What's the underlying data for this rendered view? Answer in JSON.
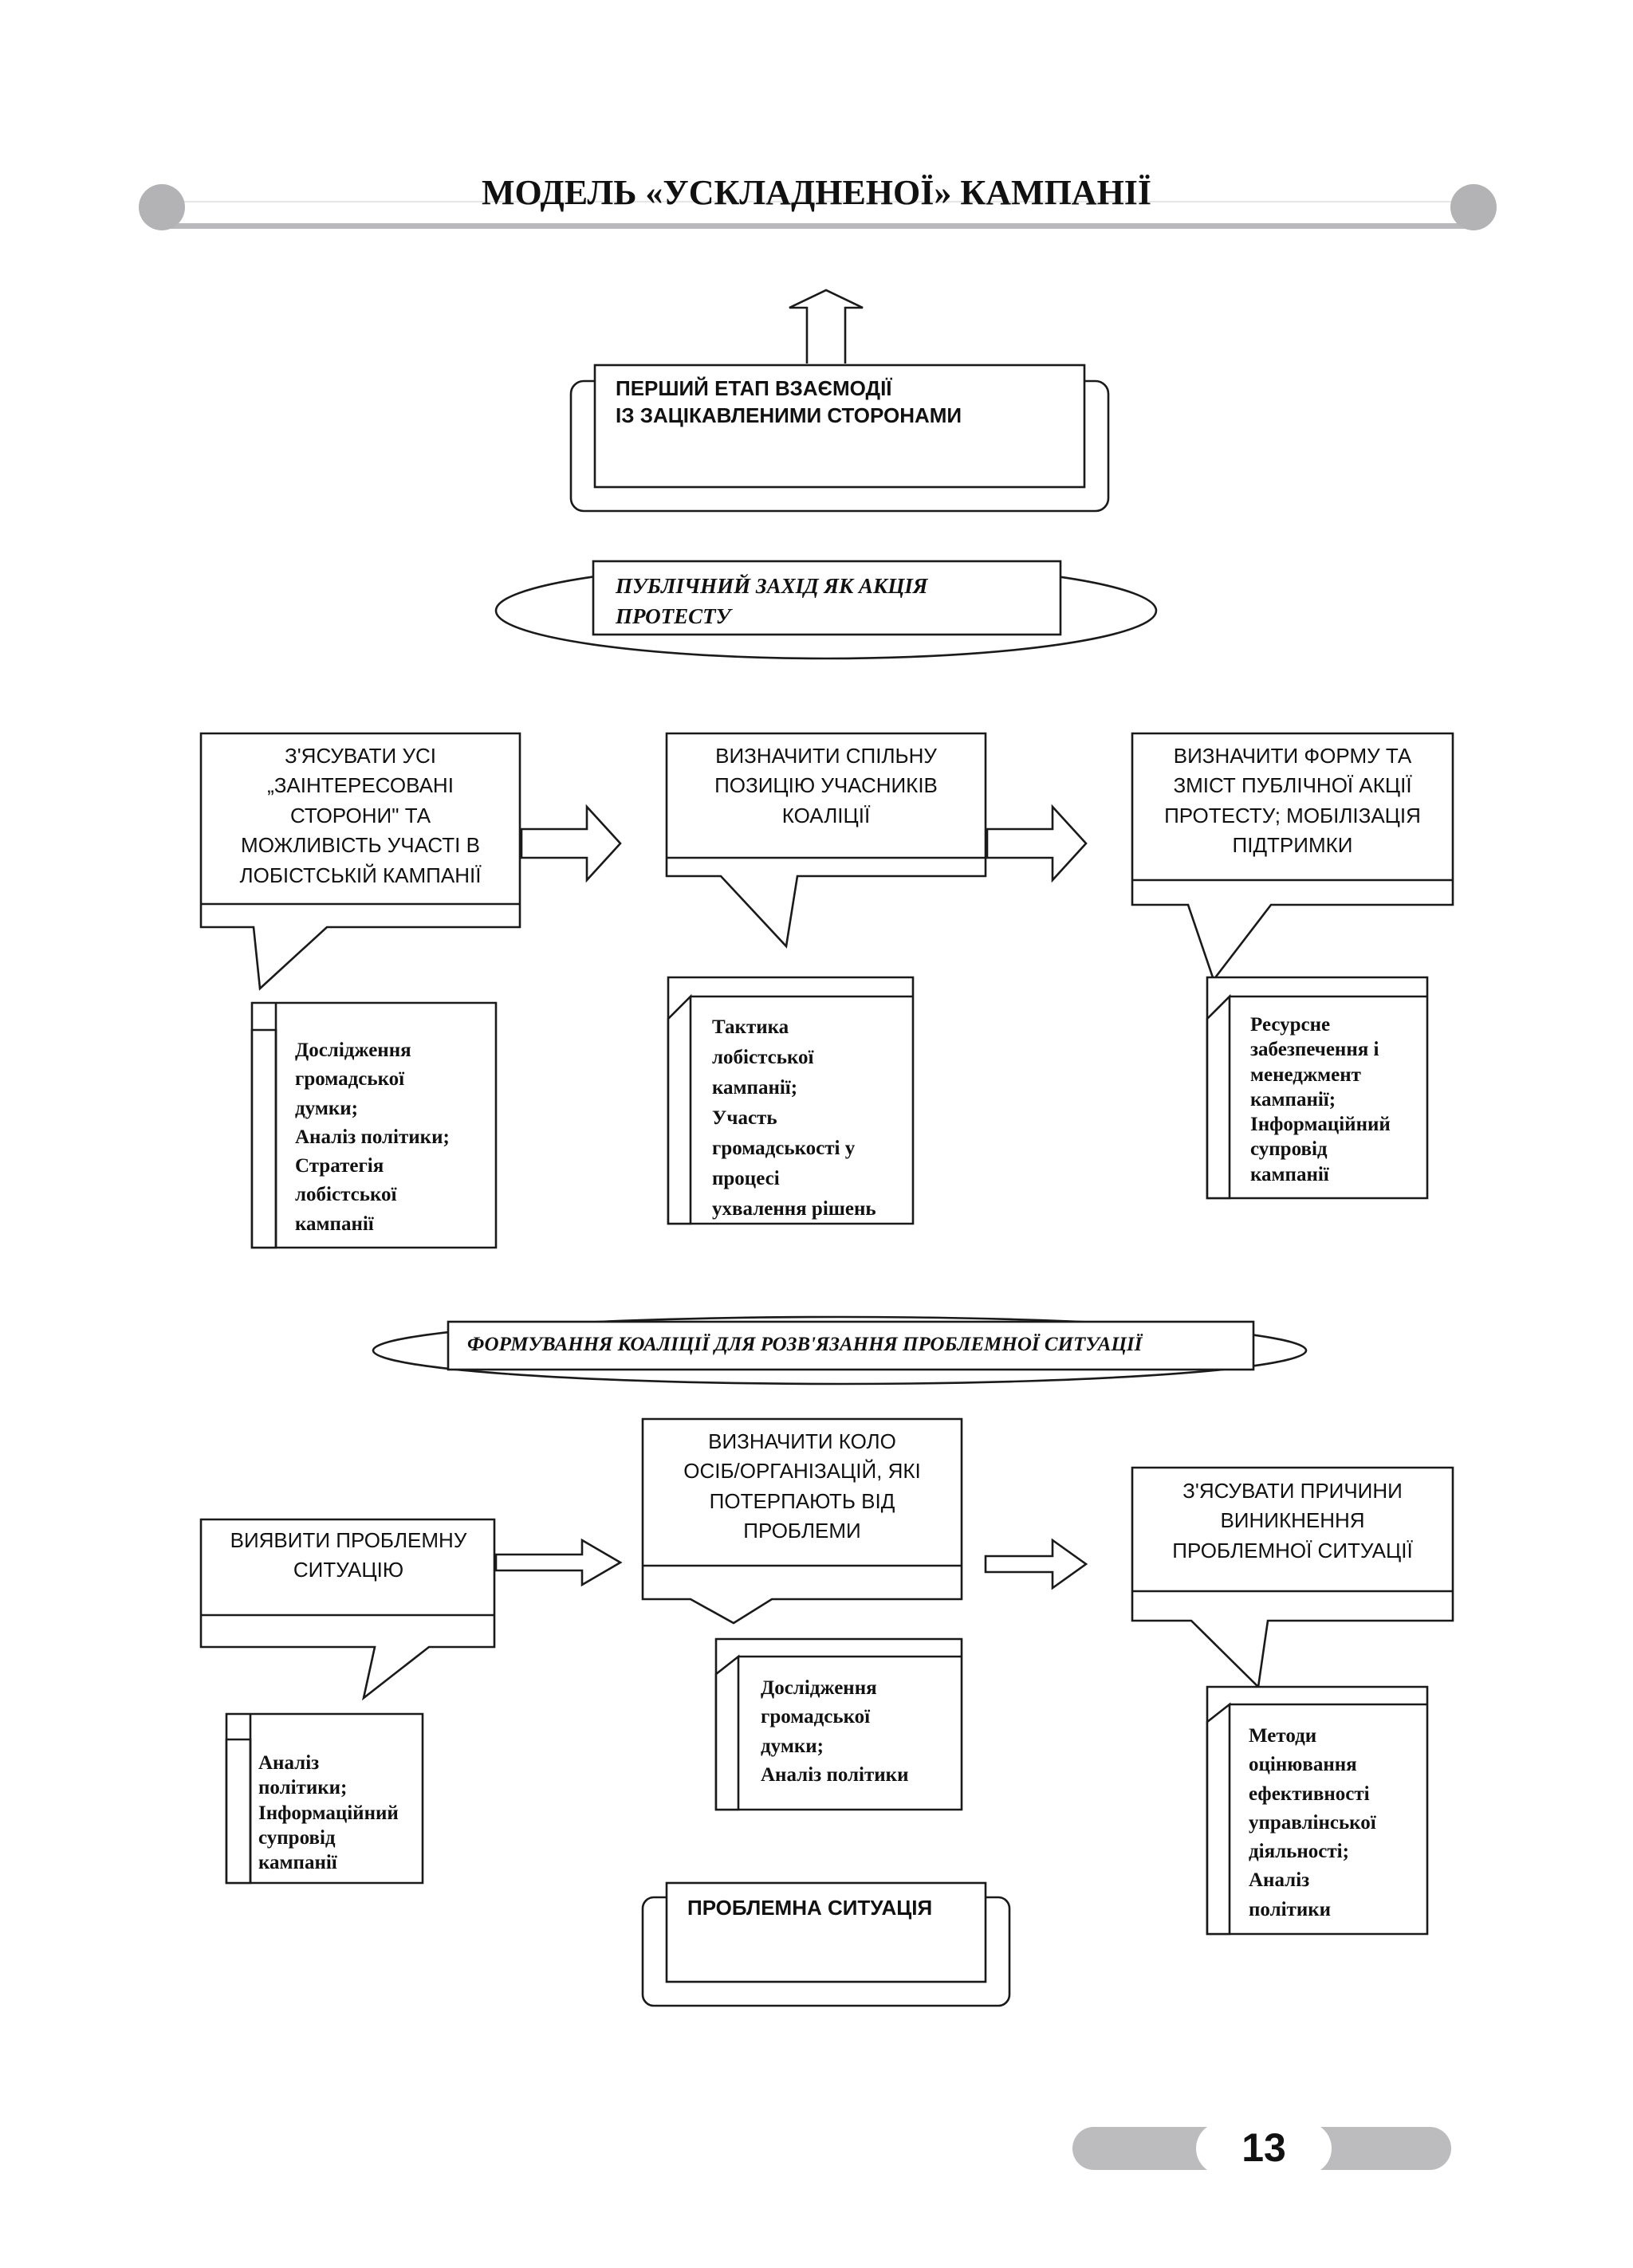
{
  "header": {
    "title": "МОДЕЛЬ «УСКЛАДНЕНОЇ» КАМПАНІЇ"
  },
  "stage": {
    "title": "ПЕРШИЙ ЕТАП ВЗАЄМОДІЇ\nІЗ ЗАЦІКАВЛЕНИМИ СТОРОНАМИ"
  },
  "banners": {
    "public_event": "ПУБЛІЧНИЙ ЗАХІД ЯК АКЦІЯ\nПРОТЕСТУ",
    "coalition": "ФОРМУВАННЯ КОАЛІЦІЇ ДЛЯ РОЗВ'ЯЗАННЯ ПРОБЛЕМНОЇ СИТУАЦІЇ"
  },
  "upper_row": {
    "steps": [
      "З'ЯСУВАТИ УСІ\n„ЗАІНТЕРЕСОВАНІ\nСТОРОНИ\" ТА\nМОЖЛИВІСТЬ УЧАСТІ В\nЛОБІСТСЬКІЙ КАМПАНІЇ",
      "ВИЗНАЧИТИ СПІЛЬНУ\nПОЗИЦІЮ УЧАСНИКІВ\nКОАЛІЦІЇ",
      "ВИЗНАЧИТИ ФОРМУ ТА\nЗМІСТ ПУБЛІЧНОЇ АКЦІЇ\nПРОТЕСТУ; МОБІЛІЗАЦІЯ\nПІДТРИМКИ"
    ],
    "tools": [
      "Дослідження\nгромадської\nдумки;\nАналіз політики;\nСтратегія\nлобістської\nкампанії",
      "Тактика\nлобістської\nкампанії;\nУчасть\nгромадськості у\nпроцесі\nухвалення рішень",
      "Ресурсне\nзабезпечення і\nменеджмент\nкампанії;\nІнформаційний\nсупровід\nкампанії"
    ]
  },
  "lower_row": {
    "steps": [
      "ВИЯВИТИ ПРОБЛЕМНУ\nСИТУАЦІЮ",
      "ВИЗНАЧИТИ КОЛО\nОСІБ/ОРГАНІЗАЦІЙ, ЯКІ\nПОТЕРПАЮТЬ ВІД\nПРОБЛЕМИ",
      "З'ЯСУВАТИ ПРИЧИНИ\nВИНИКНЕННЯ\nПРОБЛЕМНОЇ СИТУАЦІЇ"
    ],
    "tools": [
      "Аналіз\nполітики;\nІнформаційний\nсупровід\nкампанії",
      "Дослідження\nгромадської\nдумки;\nАналіз політики",
      "Методи\nоцінювання\nефективності\nуправлінської\nдіяльності;\nАналіз\nполітики"
    ]
  },
  "problem": {
    "title": "ПРОБЛЕМНА СИТУАЦІЯ"
  },
  "footer": {
    "page_number": "13"
  }
}
